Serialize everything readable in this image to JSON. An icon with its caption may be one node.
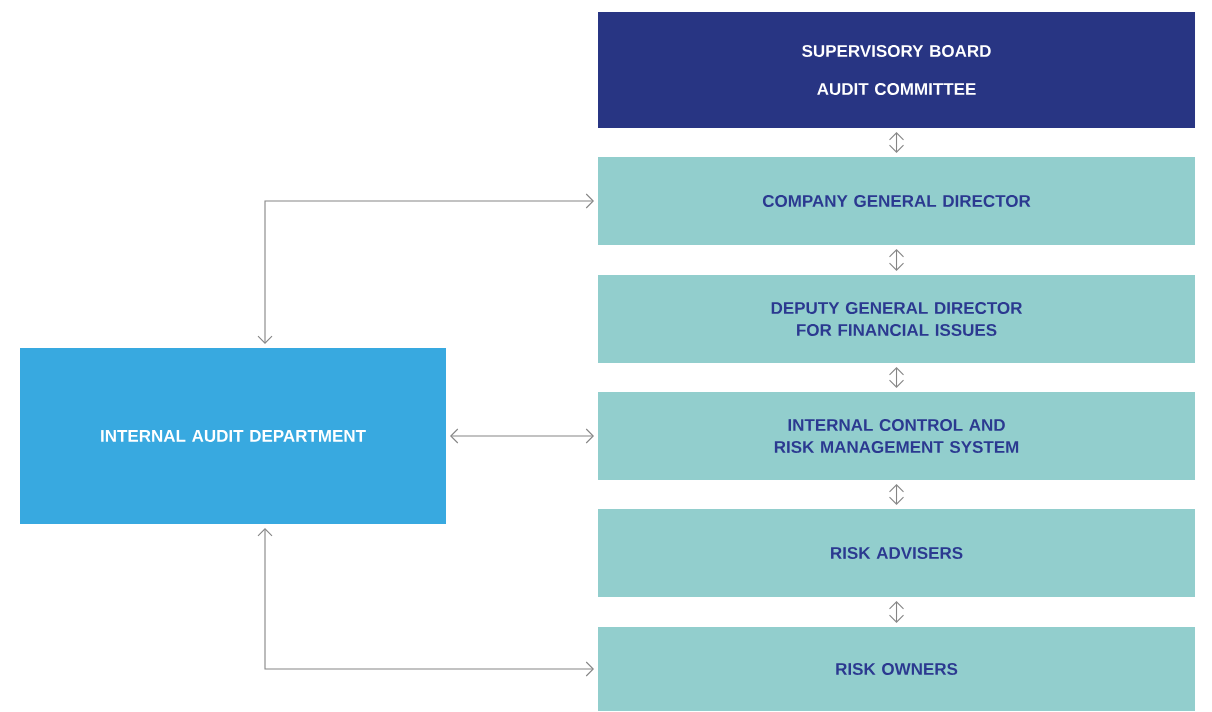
{
  "diagram": {
    "nodes": [
      {
        "text": [
          "SUPERVISORY BOARD",
          "AUDIT COMMITTEE"
        ]
      },
      {
        "text": [
          "COMPANY GENERAL DIRECTOR"
        ]
      },
      {
        "text": [
          "DEPUTY GENERAL DIRECTOR FOR FINANCIAL ISSUES"
        ]
      },
      {
        "text": [
          "INTERNAL CONTROL AND RISK MANAGEMENT SYSTEM"
        ]
      },
      {
        "text": [
          "RISK ADVISERS"
        ]
      },
      {
        "text": [
          "RISK OWNERS"
        ]
      },
      {
        "text": [
          "INTERNAL AUDIT DEPARTMENT"
        ]
      }
    ],
    "edges": [
      {
        "from": 0,
        "to": 1,
        "arrow": "both"
      },
      {
        "from": 1,
        "to": 2,
        "arrow": "both"
      },
      {
        "from": 2,
        "to": 3,
        "arrow": "both"
      },
      {
        "from": 3,
        "to": 4,
        "arrow": "both"
      },
      {
        "from": 4,
        "to": 5,
        "arrow": "both"
      },
      {
        "from": 6,
        "to": 1,
        "arrow": "both"
      },
      {
        "from": 6,
        "to": 3,
        "arrow": "both"
      },
      {
        "from": 6,
        "to": 5,
        "arrow": "both"
      }
    ]
  }
}
